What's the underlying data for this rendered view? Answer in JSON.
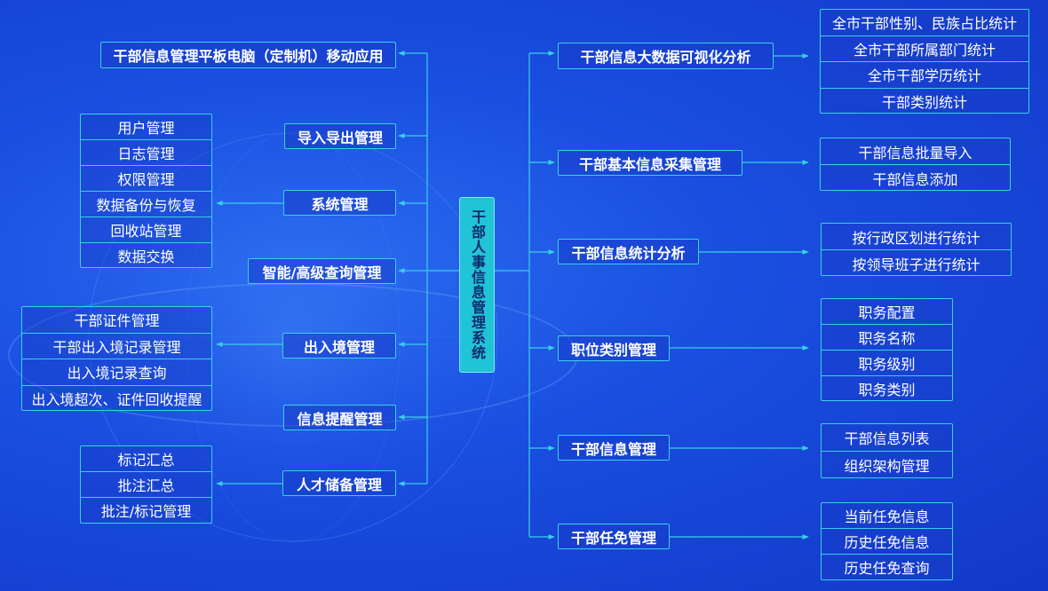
{
  "center": "干部人事信息管理系统",
  "colors": {
    "line": "#39d0e6",
    "center_fill": "#21c3d6"
  },
  "left_nodes": [
    "干部信息管理平板电脑（定制机）移动应用",
    "导入导出管理",
    "系统管理",
    "智能/高级查询管理",
    "出入境管理",
    "信息提醒管理",
    "人才储备管理"
  ],
  "left_groups": [
    [
      "用户管理",
      "日志管理",
      "权限管理",
      "数据备份与恢复",
      "回收站管理",
      "数据交换"
    ],
    [
      "干部证件管理",
      "干部出入境记录管理",
      "出入境记录查询",
      "出入境超次、证件回收提醒"
    ],
    [
      "标记汇总",
      "批注汇总",
      "批注/标记管理"
    ]
  ],
  "right_nodes": [
    "干部信息大数据可视化分析",
    "干部基本信息采集管理",
    "干部信息统计分析",
    "职位类别管理",
    "干部信息管理",
    "干部任免管理"
  ],
  "right_groups": [
    [
      "全市干部性别、民族占比统计",
      "全市干部所属部门统计",
      "全市干部学历统计",
      "干部类别统计"
    ],
    [
      "干部信息批量导入",
      "干部信息添加"
    ],
    [
      "按行政区划进行统计",
      "按领导班子进行统计"
    ],
    [
      "职务配置",
      "职务名称",
      "职务级别",
      "职务类别"
    ],
    [
      "干部信息列表",
      "组织架构管理"
    ],
    [
      "当前任免信息",
      "历史任免信息",
      "历史任免查询"
    ]
  ]
}
